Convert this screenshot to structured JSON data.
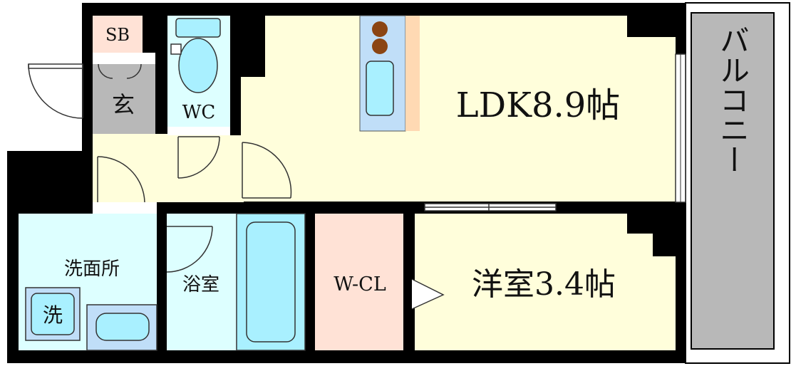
{
  "rooms": {
    "ldk": "LDK8.9帖",
    "western": "洋室3.4帖",
    "walk_in_closet": "W-CL",
    "bath": "浴室",
    "washroom": "洗面所",
    "washer": "洗",
    "toilet": "WC",
    "entrance": "玄",
    "shoe_box": "SB",
    "balcony": "バルコニー"
  },
  "colors": {
    "wall": "#000000",
    "ldk": "#FFFEDB",
    "western": "#FFFEDB",
    "wet_area": "#DDFFFF",
    "fixture": "#A9F0FF",
    "fixture_dark": "#C0DEF8",
    "closet": "#FFE2D6",
    "entrance": "#B8B8B8",
    "balcony": "#B8B8B8",
    "stove": "#8B4513",
    "counter": "#FFD9B3"
  }
}
